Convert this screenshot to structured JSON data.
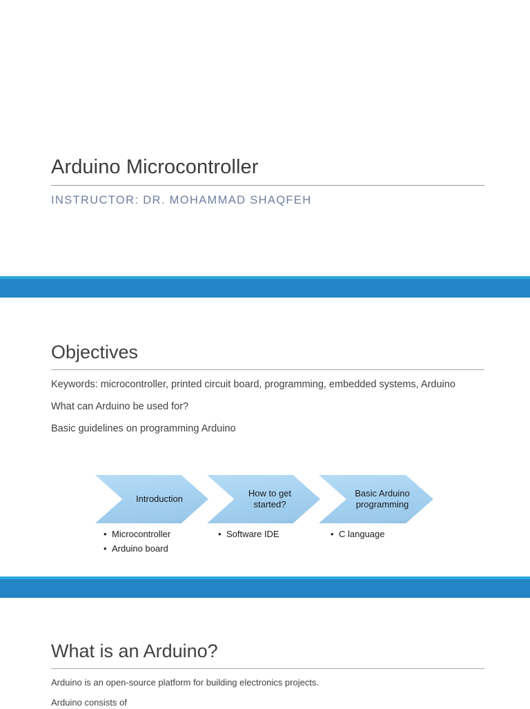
{
  "deck": {
    "title": "Arduino Microcontroller",
    "subtitle": "INSTRUCTOR: DR. MOHAMMAD SHAQFEH",
    "accent_band_color": "#2484c6",
    "accent_band_highlight_color": "#2ea9de",
    "subtitle_color": "#6b7f9e",
    "heading_color": "#404040"
  },
  "slides": {
    "objectives": {
      "heading": "Objectives",
      "keywords_line": "Keywords: microcontroller, printed circuit board, programming, embedded systems, Arduino",
      "line_2": "What can Arduino be used for?",
      "line_3": "Basic guidelines on programming Arduino",
      "process": {
        "shape_fill": "#a4d1f0",
        "steps": [
          {
            "label": "Introduction",
            "bullets": [
              "Microcontroller",
              "Arduino board"
            ]
          },
          {
            "label": "How to get\nstarted?",
            "bullets": [
              "Software IDE"
            ]
          },
          {
            "label": "Basic Arduino\nprogramming",
            "bullets": [
              "C language"
            ]
          }
        ]
      }
    },
    "arduino": {
      "heading": "What is an Arduino?",
      "line_1": "Arduino is an open-source platform for building electronics projects.",
      "line_2": "Arduino consists of"
    }
  }
}
